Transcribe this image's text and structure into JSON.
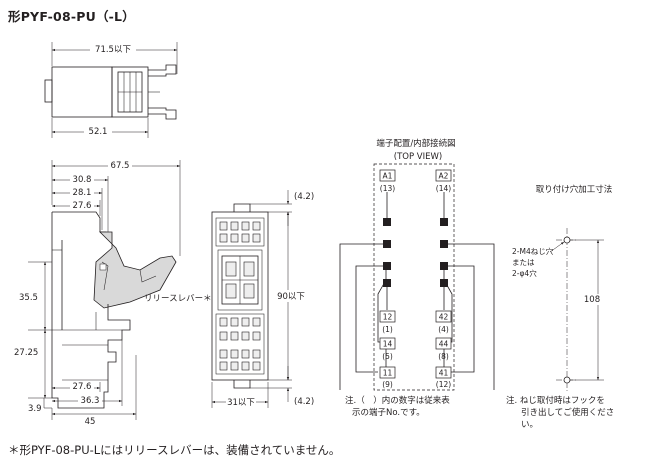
{
  "title": "形PYF-08-PU（-L）",
  "footnote": "＊形PYF-08-PU-Lにはリリースレバーは、装備されていません。",
  "top_view": {
    "dims": {
      "width_max": "71.5以下",
      "width": "52.1"
    }
  },
  "side_view": {
    "dims": {
      "d67_5": "67.5",
      "d30_8": "30.8",
      "d28_1": "28.1",
      "d27_6_top": "27.6",
      "d35_5": "35.5",
      "d27_25": "27.25",
      "d27_6_bottom": "27.6",
      "d36_3": "36.3",
      "d3_9": "3.9",
      "d45": "45"
    },
    "release_lever_label": "リリースレバー＊"
  },
  "front_view": {
    "dims": {
      "top_gap": "(4.2)",
      "height": "90以下",
      "bottom_gap": "(4.2)",
      "width": "31以下"
    }
  },
  "terminal_diagram": {
    "title": "端子配置/内部接続図",
    "subtitle": "(TOP VIEW)",
    "terminals": [
      {
        "label": "A1",
        "number": "(13)"
      },
      {
        "label": "A2",
        "number": "(14)"
      },
      {
        "label": "12",
        "number": "(1)"
      },
      {
        "label": "42",
        "number": "(4)"
      },
      {
        "label": "14",
        "number": "(5)"
      },
      {
        "label": "44",
        "number": "(8)"
      },
      {
        "label": "11",
        "number": "(9)"
      },
      {
        "label": "41",
        "number": "(12)"
      }
    ],
    "note_line1": "注.（　）内の数字は従来表",
    "note_line2": "示の端子No.です。"
  },
  "mounting": {
    "title": "取り付け穴加工寸法",
    "hole_label_1": "2-M4ねじ穴",
    "hole_label_2": "または",
    "hole_label_3": "2-φ4穴",
    "pitch": "108",
    "note_line1": "注. ねじ取付時はフックを",
    "note_line2": "引き出してご使用くださ",
    "note_line3": "い。"
  }
}
